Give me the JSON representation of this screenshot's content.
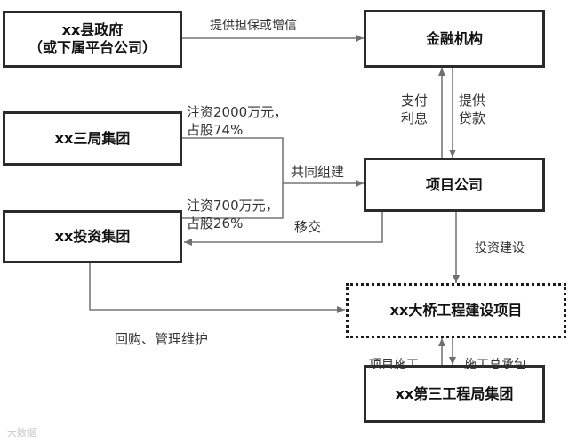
{
  "nodes": {
    "county_gov": "xx县政府\n（或下属平台公司）",
    "financial": "金融机构",
    "sanju": "xx三局集团",
    "project_co": "项目公司",
    "invest_group": "xx投资集团",
    "bridge_project": "xx大桥工程建设项目",
    "engineering_group": "xx第三工程局集团"
  },
  "edges": {
    "guarantee": "提供担保或增信",
    "pay_interest": "支付\n利息",
    "provide_loan": "提供\n贷款",
    "sanju_inject": "注资2000万元，\n占股74%",
    "invest_inject": "注资700万元，\n占股26%",
    "co_establish": "共同组建",
    "transfer": "移交",
    "investment_construction": "投资建设",
    "buyback": "回购、管理维护",
    "construction": "项目施工",
    "general_contract": "施工总承包"
  },
  "watermark": "大数据"
}
